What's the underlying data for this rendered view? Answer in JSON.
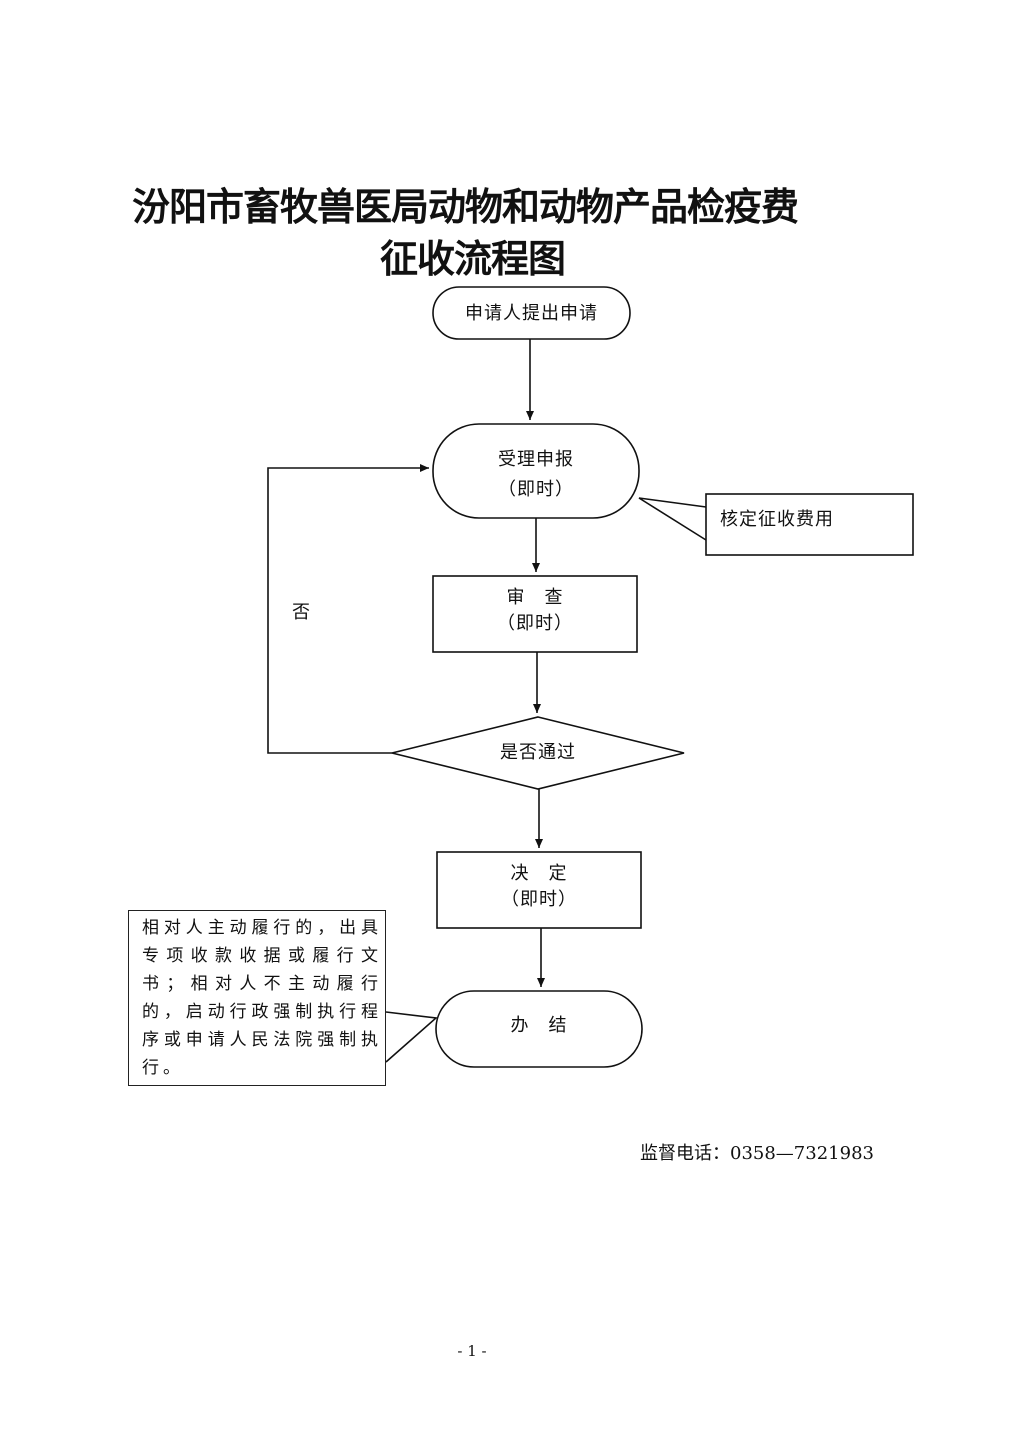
{
  "title": {
    "line1": "汾阳市畜牧兽医局动物和动物产品检疫费",
    "line2": "征收流程图"
  },
  "nodes": {
    "apply": "申请人提出申请",
    "accept": "受理申报",
    "accept_time": "（即时）",
    "review": "审　查",
    "review_time": "（即时）",
    "pass_check": "是否通过",
    "decide": "决　定",
    "decide_time": "（即时）",
    "finish": "办　结"
  },
  "side_notes": {
    "fee": "核定征收费用",
    "no": "否",
    "enforcement": "相对人主动履行的，出具专项收款收据或履行文书；相对人不主动履行的，启动行政强制执行程序或申请人民法院强制执行。"
  },
  "footer": {
    "phone": "监督电话：0358—7321983",
    "page": "- 1 -"
  }
}
